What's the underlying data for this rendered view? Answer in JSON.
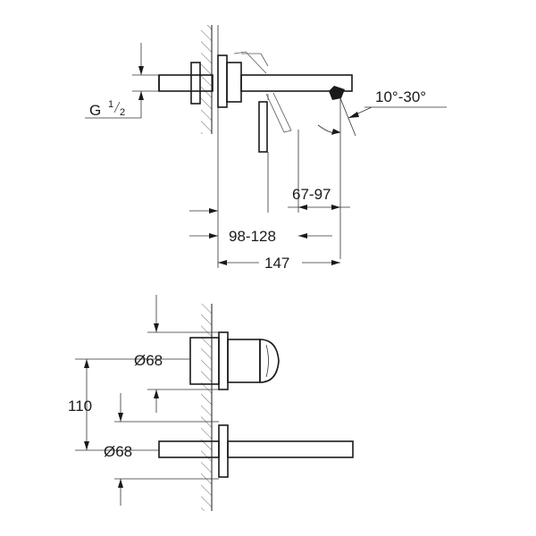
{
  "dimensions": {
    "thread_main": "G",
    "thread_num": "1",
    "thread_den": "2",
    "angle": "10°-30°",
    "projection_short": "67-97",
    "projection_mid": "98-128",
    "projection_total": "147",
    "diameter_top": "Ø68",
    "diameter_bottom": "Ø68",
    "center_distance": "110"
  }
}
